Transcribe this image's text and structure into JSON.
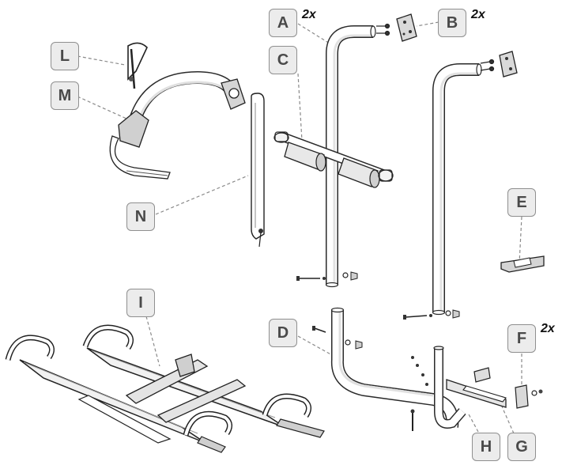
{
  "diagram": {
    "callouts": {
      "A": "A",
      "B": "B",
      "C": "C",
      "D": "D",
      "E": "E",
      "F": "F",
      "G": "G",
      "H": "H",
      "I": "I",
      "L": "L",
      "M": "M",
      "N": "N"
    },
    "quantities": {
      "A": "2x",
      "B": "2x",
      "F": "2x"
    }
  }
}
